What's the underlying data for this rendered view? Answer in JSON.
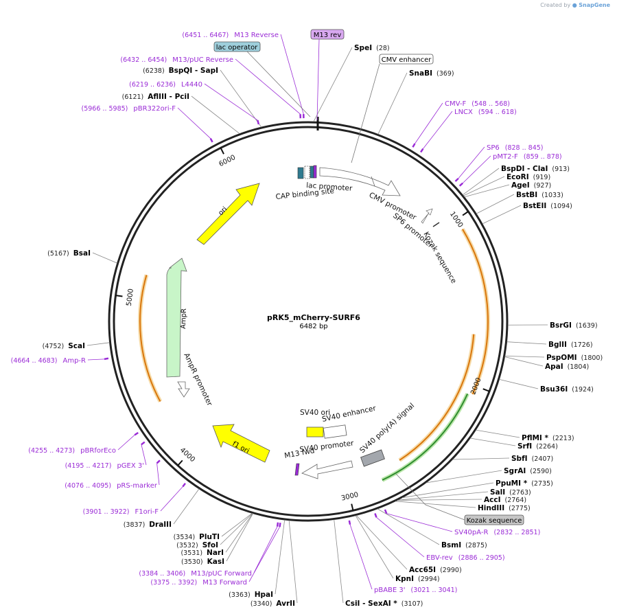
{
  "credit": {
    "prefix": "Created by",
    "brand": "SnapGene"
  },
  "plasmid": {
    "name": "pRK5_mCherry-SURF6",
    "size_label": "6482 bp",
    "length": 6482
  },
  "colors": {
    "primer": "#9a2bd6",
    "ampr": "#c8f5c8",
    "ori": "#ffff00",
    "sv40ori": "#ffff00",
    "orange_arc": "#d9760b",
    "green_arc": "#2e8b2e",
    "lac_operator_fill": "#9ecfdc",
    "m13rev_fill": "#d8a8f0",
    "kozak_fill": "#c6c6c6",
    "cmv_enh_fill": "#ffffff"
  },
  "ticks": [
    {
      "bp": 1000,
      "label": "1000"
    },
    {
      "bp": 2000,
      "label": "2000"
    },
    {
      "bp": 3000,
      "label": "3000"
    },
    {
      "bp": 4000,
      "label": "4000"
    },
    {
      "bp": 5000,
      "label": "5000"
    },
    {
      "bp": 6000,
      "label": "6000"
    }
  ],
  "sites": [
    {
      "name": "SpeI",
      "pos": "(28)",
      "bp": 28
    },
    {
      "name": "SnaBI",
      "pos": "(369)",
      "bp": 369
    },
    {
      "name": "BspDI - ClaI",
      "pos": "(913)",
      "bp": 913
    },
    {
      "name": "EcoRI",
      "pos": "(919)",
      "bp": 919
    },
    {
      "name": "AgeI",
      "pos": "(927)",
      "bp": 927
    },
    {
      "name": "BstBI",
      "pos": "(1033)",
      "bp": 1033
    },
    {
      "name": "BstEII",
      "pos": "(1094)",
      "bp": 1094
    },
    {
      "name": "BsrGI",
      "pos": "(1639)",
      "bp": 1639
    },
    {
      "name": "BglII",
      "pos": "(1726)",
      "bp": 1726
    },
    {
      "name": "PspOMI",
      "pos": "(1800)",
      "bp": 1800
    },
    {
      "name": "ApaI",
      "pos": "(1804)",
      "bp": 1804
    },
    {
      "name": "Bsu36I",
      "pos": "(1924)",
      "bp": 1924
    },
    {
      "name": "PflMI *",
      "pos": "(2213)",
      "bp": 2213
    },
    {
      "name": "SrfI",
      "pos": "(2264)",
      "bp": 2264
    },
    {
      "name": "SbfI",
      "pos": "(2407)",
      "bp": 2407
    },
    {
      "name": "SgrAI",
      "pos": "(2590)",
      "bp": 2590
    },
    {
      "name": "PpuMI *",
      "pos": "(2735)",
      "bp": 2735
    },
    {
      "name": "SalI",
      "pos": "(2763)",
      "bp": 2763
    },
    {
      "name": "AccI",
      "pos": "(2764)",
      "bp": 2764
    },
    {
      "name": "HindIII",
      "pos": "(2775)",
      "bp": 2775
    },
    {
      "name": "BsmI",
      "pos": "(2875)",
      "bp": 2875
    },
    {
      "name": "Acc65I",
      "pos": "(2990)",
      "bp": 2990
    },
    {
      "name": "KpnI",
      "pos": "(2994)",
      "bp": 2994
    },
    {
      "name": "CsiI - SexAI *",
      "pos": "(3107)",
      "bp": 3107
    },
    {
      "name": "AvrII",
      "pos": "(3340)",
      "bp": 3340
    },
    {
      "name": "HpaI",
      "pos": "(3363)",
      "bp": 3363
    },
    {
      "name": "KasI",
      "pos": "(3530)",
      "bp": 3530
    },
    {
      "name": "NarI",
      "pos": "(3531)",
      "bp": 3531
    },
    {
      "name": "SfoI",
      "pos": "(3532)",
      "bp": 3532
    },
    {
      "name": "PluTI",
      "pos": "(3534)",
      "bp": 3534
    },
    {
      "name": "DraIII",
      "pos": "(3837)",
      "bp": 3837
    },
    {
      "name": "ScaI",
      "pos": "(4752)",
      "bp": 4752
    },
    {
      "name": "BsaI",
      "pos": "(5167)",
      "bp": 5167
    },
    {
      "name": "AflIII - PciI",
      "pos": "(6121)",
      "bp": 6121
    },
    {
      "name": "BspQI - SapI",
      "pos": "(6238)",
      "bp": 6238
    }
  ],
  "primers": [
    {
      "name": "M13 Reverse",
      "range": "(6451 .. 6467)",
      "bp": 6459
    },
    {
      "name": "M13/pUC Reverse",
      "range": "(6432 .. 6454)",
      "bp": 6443
    },
    {
      "name": "L4440",
      "range": "(6219 .. 6236)",
      "bp": 6228
    },
    {
      "name": "pBR322ori-F",
      "range": "(5966 .. 5985)",
      "bp": 5976
    },
    {
      "name": "CMV-F",
      "range": "(548 .. 568)",
      "bp": 558
    },
    {
      "name": "LNCX",
      "range": "(594 .. 618)",
      "bp": 606
    },
    {
      "name": "SP6",
      "range": "(828 .. 845)",
      "bp": 836
    },
    {
      "name": "pMT2-F",
      "range": "(859 .. 878)",
      "bp": 868
    },
    {
      "name": "SV40pA-R",
      "range": "(2832 .. 2851)",
      "bp": 2841
    },
    {
      "name": "EBV-rev",
      "range": "(2886 .. 2905)",
      "bp": 2895
    },
    {
      "name": "pBABE 3'",
      "range": "(3021 .. 3041)",
      "bp": 3031
    },
    {
      "name": "M13/pUC Forward",
      "range": "(3384 .. 3406)",
      "bp": 3395
    },
    {
      "name": "M13 Forward",
      "range": "(3375 .. 3392)",
      "bp": 3383
    },
    {
      "name": "F1ori-F",
      "range": "(3901 .. 3922)",
      "bp": 3911
    },
    {
      "name": "pRS-marker",
      "range": "(4076 .. 4095)",
      "bp": 4085
    },
    {
      "name": "pGEX 3'",
      "range": "(4195 .. 4217)",
      "bp": 4206
    },
    {
      "name": "pBRforEco",
      "range": "(4255 .. 4273)",
      "bp": 4264
    },
    {
      "name": "Amp-R",
      "range": "(4664 .. 4683)",
      "bp": 4673
    }
  ],
  "boxed_labels": {
    "m13_rev": "M13 rev",
    "lac_operator": "lac operator",
    "cmv_enhancer": "CMV enhancer",
    "kozak_sequence": "Kozak sequence"
  },
  "features": {
    "ori": "ori",
    "ampr": "AmpR",
    "ampr_promoter": "AmpR promoter",
    "f1_ori": "f1 ori",
    "sv40_ori": "SV40 ori",
    "sv40_enhancer": "SV40 enhancer",
    "sv40_promoter": "SV40 promoter",
    "m13_fwd": "M13 fwd",
    "sv40_polya": "SV40 poly(A) signal",
    "cap_binding_site": "CAP binding site",
    "lac_promoter": "lac promoter",
    "cmv_promoter": "CMV promoter",
    "sp6_promoter": "SP6 promoter",
    "kozak_inner": "Kozak sequence"
  }
}
